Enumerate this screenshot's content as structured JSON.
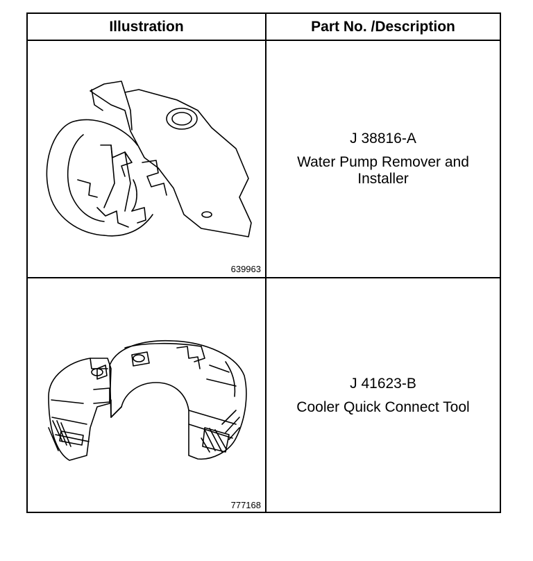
{
  "header": {
    "illustration": "Illustration",
    "part_description": "Part No. /Description"
  },
  "rows": [
    {
      "figure_number": "639963",
      "part_number": "J 38816-A",
      "description": "Water Pump Remover and Installer",
      "icon": "water-pump-remover-installer-illustration"
    },
    {
      "figure_number": "777168",
      "part_number": "J 41623-B",
      "description": "Cooler Quick Connect Tool",
      "icon": "cooler-quick-connect-tool-illustration"
    }
  ]
}
